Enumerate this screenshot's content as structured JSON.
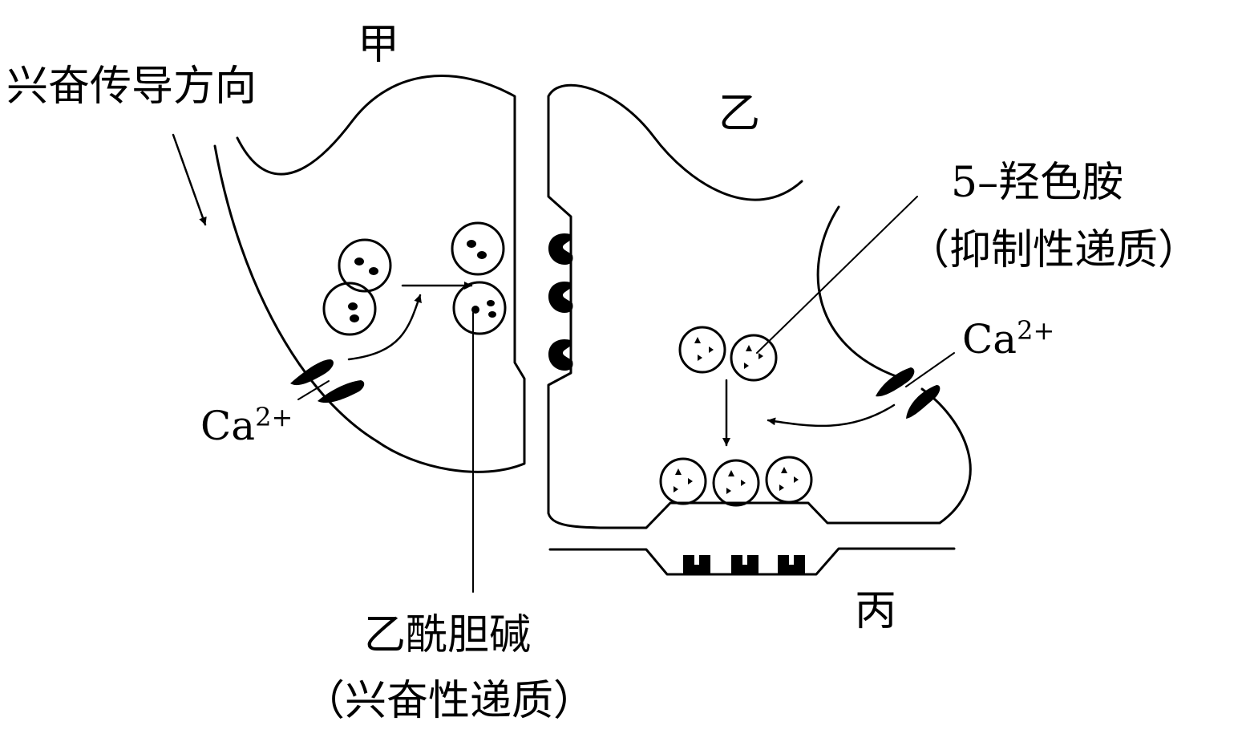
{
  "labels": {
    "direction": "兴奋传导方向",
    "neuron_a": "甲",
    "neuron_b": "乙",
    "neuron_c": "丙",
    "serotonin": "5–羟色胺",
    "serotonin_note": "（抑制性递质）",
    "calcium_left": "Ca",
    "calcium_left_charge": "2+",
    "calcium_right": "Ca",
    "calcium_right_charge": "2+",
    "acetylcholine": "乙酰胆碱",
    "acetylcholine_note": "（兴奋性递质）"
  }
}
